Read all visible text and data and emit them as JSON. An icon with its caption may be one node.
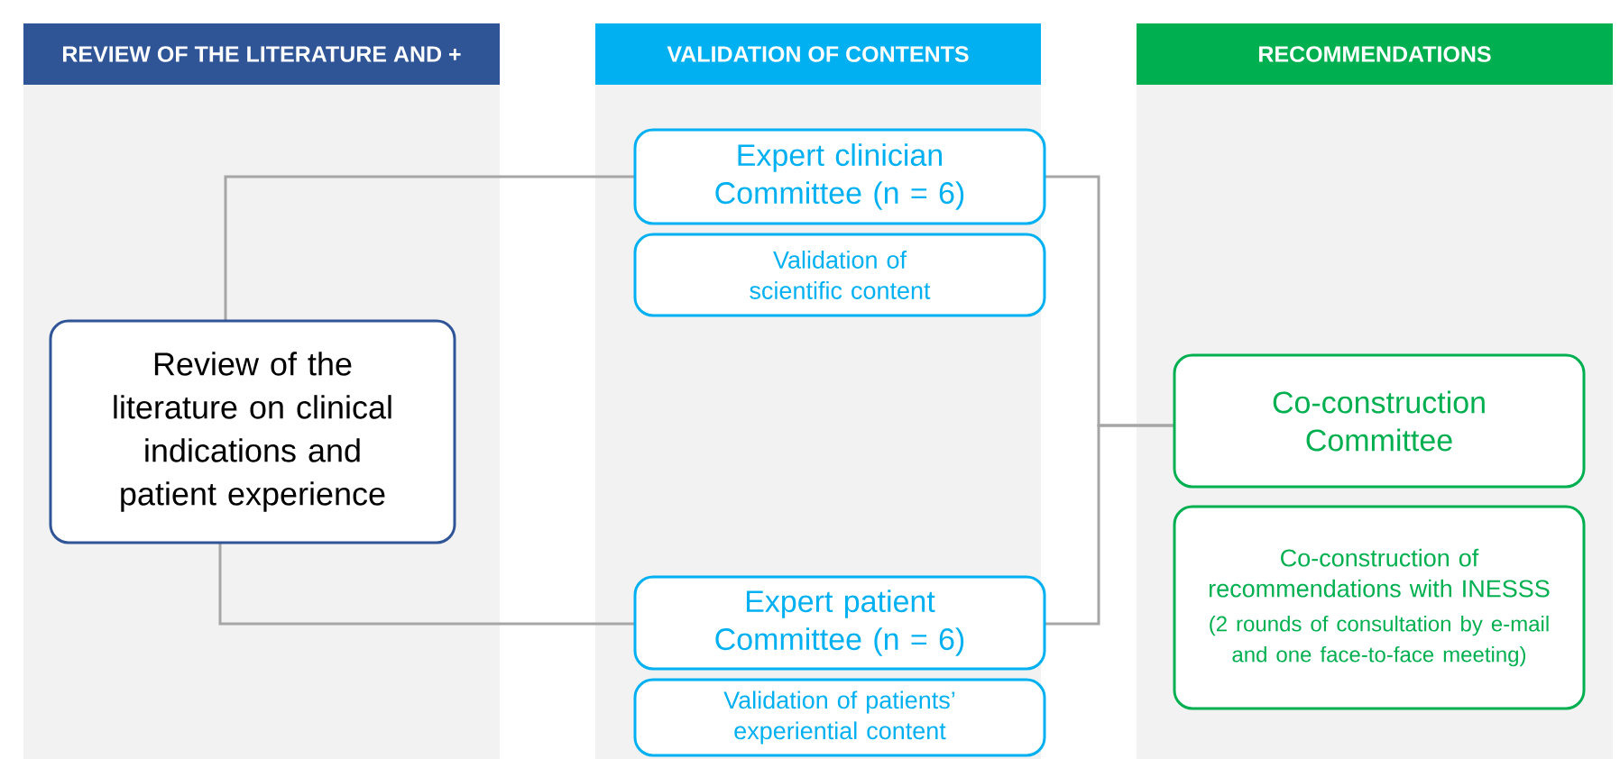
{
  "diagram": {
    "nodes": [
      {
        "text": [
          "REVIEW OF THE LITERATURE AND +"
        ]
      },
      {
        "text": [
          "VALIDATION OF CONTENTS"
        ]
      },
      {
        "text": [
          "RECOMMENDATIONS"
        ]
      },
      {
        "text": [
          "Review of the literature on clinical indications and patient experience"
        ]
      },
      {
        "text": [
          "Expert clinician Committee (n = 6)"
        ]
      },
      {
        "text": [
          "Validation of scientific content"
        ]
      },
      {
        "text": [
          "Expert patient Committee (n = 6)"
        ]
      },
      {
        "text": [
          "Validation of patients’ experiential content"
        ]
      },
      {
        "text": [
          "Co-construction Committee"
        ]
      },
      {
        "text": [
          "Co-construction of recommendations with INESSS",
          "(2 rounds of consultation by e-mail and one face-to-face meeting)"
        ]
      }
    ],
    "edges": [
      {
        "from": 3,
        "to": 4,
        "arrow": "none"
      },
      {
        "from": 3,
        "to": 6,
        "arrow": "none"
      },
      {
        "from": 4,
        "to": 8,
        "arrow": "none"
      },
      {
        "from": 6,
        "to": 8,
        "arrow": "none"
      }
    ]
  }
}
